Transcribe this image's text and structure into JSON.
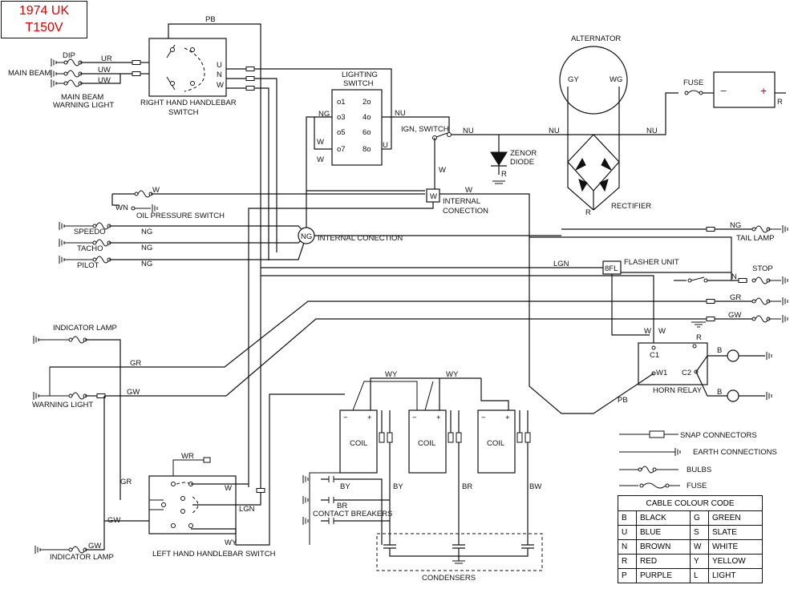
{
  "title": {
    "line1": "1974 UK",
    "line2": "T150V"
  },
  "labels": {
    "dip": "DIP",
    "main_beam": "MAIN BEAM",
    "main_beam_warning_1": "MAIN BEAM",
    "main_beam_warning_2": "WARNING LIGHT",
    "rh_switch_1": "RIGHT HAND HANDLEBAR",
    "rh_switch_2": "SWITCH",
    "lighting_switch_1": "LIGHTING",
    "lighting_switch_2": "SWITCH",
    "ign_switch": "IGN, SWITCH",
    "zenor_1": "ZENOR",
    "zenor_2": "DIODE",
    "alternator": "ALTERNATOR",
    "rectifier": "RECTIFIER",
    "fuse": "FUSE",
    "oil_pressure": "OIL PRESSURE SWITCH",
    "speedo": "SPEEDO",
    "tacho": "TACHO",
    "pilot": "PILOT",
    "internal_conection": "INTERNAL CONECTION",
    "internal_1": "INTERNAL",
    "internal_2": "CONECTION",
    "tail_lamp": "TAIL LAMP",
    "flasher_unit": "FLASHER UNIT",
    "stop": "STOP",
    "indicator_lamp": "INDICATOR LAMP",
    "warning_light": "WARNING LIGHT",
    "horn_relay": "HORN RELAY",
    "coil": "COIL",
    "contact_breakers": "CONTACT BREAKERS",
    "condensers": "CONDENSERS",
    "lh_switch": "LEFT HAND HANDLEBAR SWITCH"
  },
  "terminals": {
    "gy": "GY",
    "wg": "WG",
    "r": "R",
    "minus": "−",
    "plus": "+",
    "ng_node": "NG",
    "w_node": "W",
    "fl_node": "8FL",
    "c1": "C1",
    "c2": "C2",
    "w1": "W1",
    "b": "B",
    "u": "U",
    "n": "N",
    "w": "W",
    "ls1": "o1",
    "ls2": "2o",
    "ls3": "o3",
    "ls4": "4o",
    "ls5": "o5",
    "ls6": "6o",
    "ls7": "o7",
    "ls8": "8o"
  },
  "wires": {
    "pb": "PB",
    "ur": "UR",
    "uw": "UW",
    "u": "U",
    "n": "N",
    "w": "W",
    "ng": "NG",
    "nu": "NU",
    "wn": "WN",
    "lgn": "LGN",
    "gr": "GR",
    "gw": "GW",
    "wy": "WY",
    "wr": "WR",
    "by": "BY",
    "br": "BR",
    "bw": "BW"
  },
  "legend": {
    "snap": "SNAP CONNECTORS",
    "earth": "EARTH CONNECTIONS",
    "bulbs": "BULBS",
    "fuse": "FUSE"
  },
  "colour_table": {
    "title": "CABLE COLOUR CODE",
    "rows": [
      {
        "c1": "B",
        "n1": "BLACK",
        "c2": "G",
        "n2": "GREEN"
      },
      {
        "c1": "U",
        "n1": "BLUE",
        "c2": "S",
        "n2": "SLATE"
      },
      {
        "c1": "N",
        "n1": "BROWN",
        "c2": "W",
        "n2": "WHITE"
      },
      {
        "c1": "R",
        "n1": "RED",
        "c2": "Y",
        "n2": "YELLOW"
      },
      {
        "c1": "P",
        "n1": "PURPLE",
        "c2": "L",
        "n2": "LIGHT"
      }
    ]
  }
}
